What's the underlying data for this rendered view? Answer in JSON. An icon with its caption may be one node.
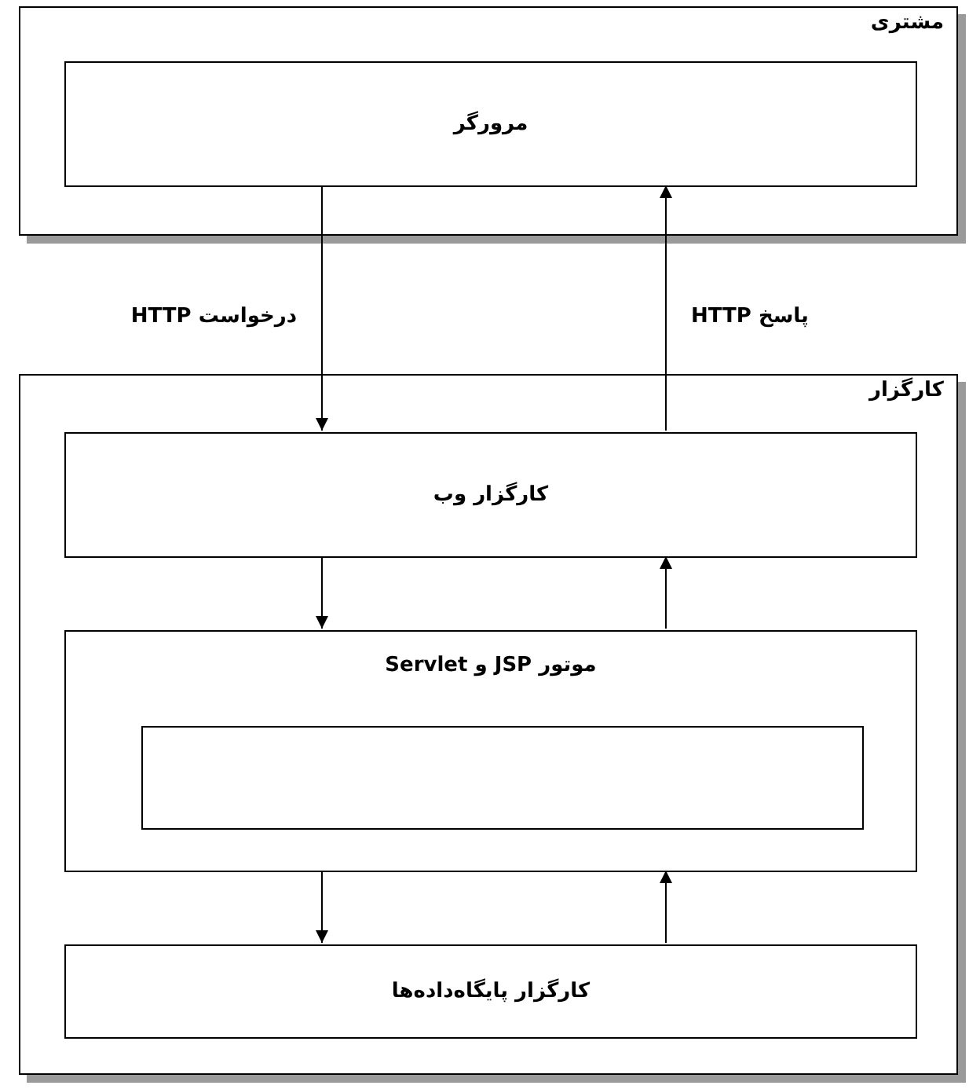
{
  "diagram": {
    "nodes": [
      {
        "text": [
          "مشتری"
        ]
      },
      {
        "text": [
          "مرورگر"
        ],
        "in": 0
      },
      {
        "text": [
          "کارگزار"
        ]
      },
      {
        "text": [
          "کارگزار وب"
        ],
        "in": 2
      },
      {
        "text": [
          "موتور JSP و Servlet"
        ],
        "in": 2
      },
      {
        "text": [],
        "shape": "box",
        "in": 4
      },
      {
        "text": [
          "کارگزار پایگاه‌داده‌ها"
        ],
        "in": 2
      }
    ],
    "edges": [
      {
        "from": 1,
        "to": 3,
        "arrow": "to",
        "label": "درخواست HTTP"
      },
      {
        "from": 3,
        "to": 1,
        "arrow": "to",
        "label": "پاسخ HTTP"
      },
      {
        "from": 3,
        "to": 4,
        "arrow": "to"
      },
      {
        "from": 4,
        "to": 3,
        "arrow": "to"
      },
      {
        "from": 4,
        "to": 6,
        "arrow": "to"
      },
      {
        "from": 6,
        "to": 4,
        "arrow": "to"
      }
    ]
  }
}
